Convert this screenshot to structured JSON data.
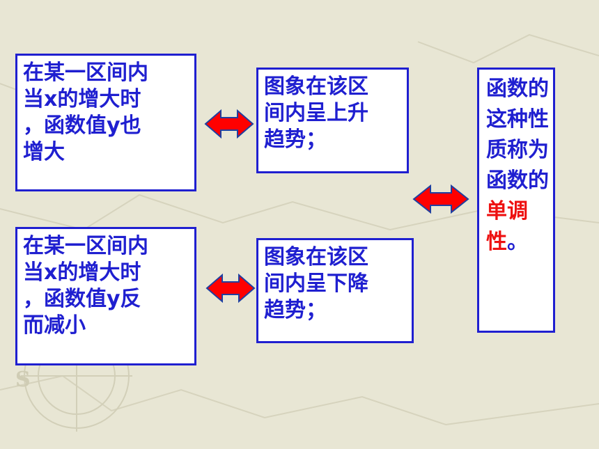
{
  "boxes": {
    "increase_condition": "在某一区间内\n当x的增大时\n，函数值y也\n增大",
    "increase_trend": "图象在该区\n间内呈上升\n趋势；",
    "decrease_condition": "在某一区间内\n当x的增大时\n，函数值y反\n而减小",
    "decrease_trend": "图象在该区\n间内呈下降\n趋势；",
    "conclusion": {
      "main": "函数的这种性质称为函数的",
      "highlight": "单调性",
      "end": "。"
    }
  },
  "colors": {
    "box_border": "#1f1fd0",
    "text": "#1f1fd0",
    "highlight": "#ee1111",
    "arrow_fill": "#ff0000",
    "background": "#e8e6d4"
  },
  "icons": [
    "double-headed-arrow-icon"
  ]
}
